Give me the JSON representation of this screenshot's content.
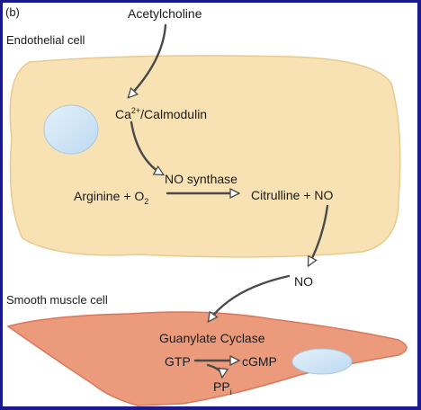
{
  "panel_label": "(b)",
  "endothelial_label": "Endothelial cell",
  "smooth_muscle_label": "Smooth muscle cell",
  "acetylcholine": "Acetylcholine",
  "ca_calmodulin": {
    "main": "Ca",
    "sup": "2+",
    "rest": "/Calmodulin"
  },
  "no_synthase": "NO synthase",
  "arginine_o2": {
    "main": "Arginine + O",
    "sub": "2"
  },
  "citrulline_no": "Citrulline + NO",
  "no": "NO",
  "guanylate_cyclase": "Guanylate Cyclase",
  "gtp": "GTP",
  "cgmp": "cGMP",
  "ppi": {
    "main": "PP",
    "sub": "i"
  },
  "colors": {
    "frame_border": "#1a1a8c",
    "endothelial_fill": "#f8e2b4",
    "endothelial_stroke": "#e8c98e",
    "muscle_fill": "#eb9a7c",
    "muscle_stroke": "#d9775a",
    "nucleus_fill": "#cfe5f6",
    "arrow": "#4a4a4a"
  }
}
